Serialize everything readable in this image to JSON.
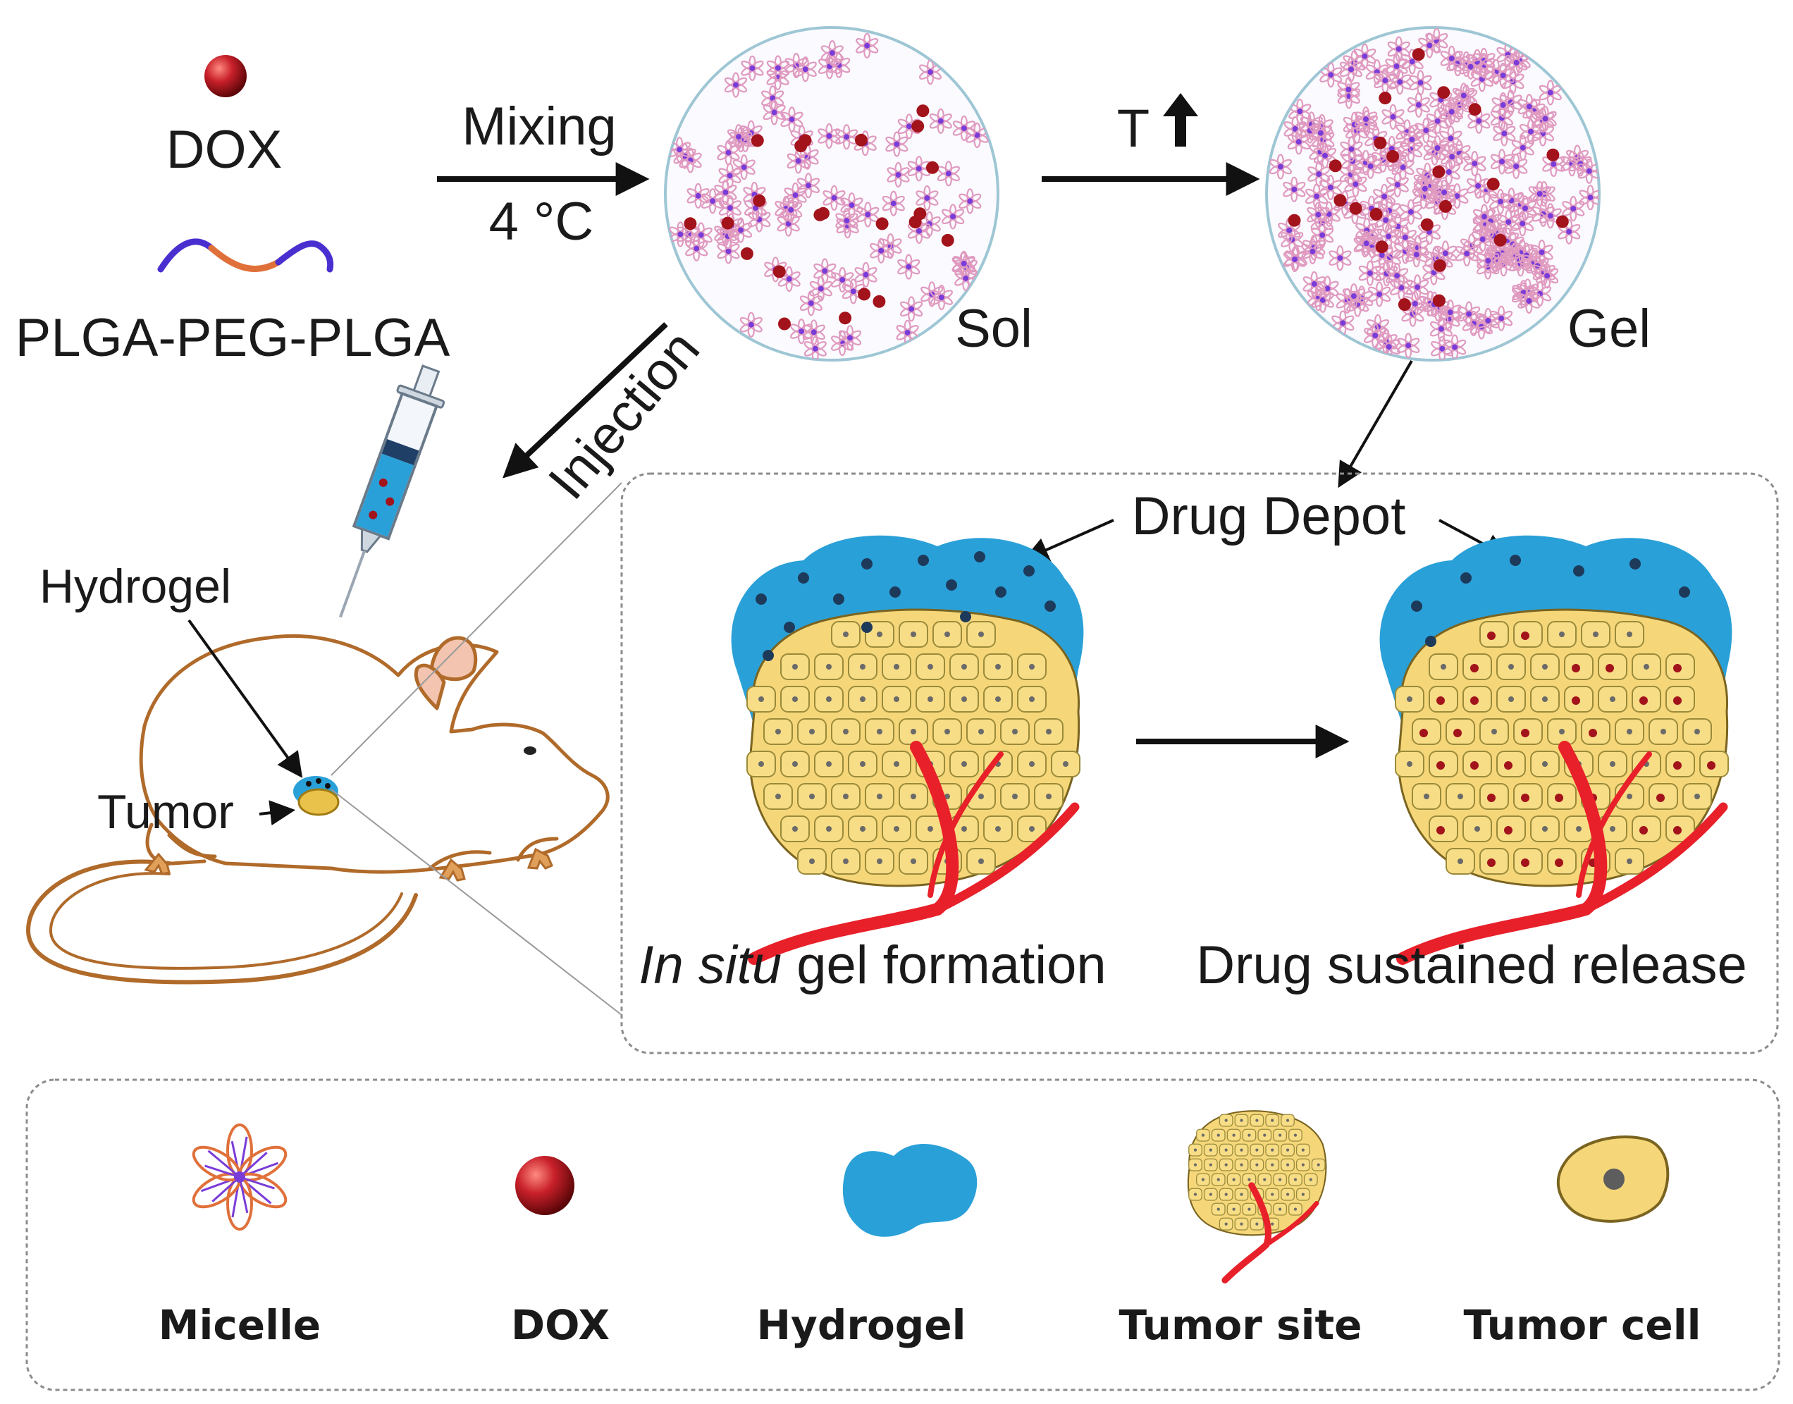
{
  "labels": {
    "dox_top": "DOX",
    "polymer": "PLGA-PEG-PLGA",
    "mixing": "Mixing",
    "temp": "4 °C",
    "t_up": "T",
    "sol": "Sol",
    "gel": "Gel",
    "injection": "Injection",
    "hydrogel_mouse": "Hydrogel",
    "tumor_mouse": "Tumor",
    "drug_depot": "Drug Depot",
    "in_situ_italic": "In situ",
    "in_situ_rest": " gel formation",
    "sustained": "Drug sustained release"
  },
  "legend": [
    {
      "key": "micelle",
      "label": "Micelle"
    },
    {
      "key": "dox",
      "label": "DOX"
    },
    {
      "key": "hydrogel",
      "label": "Hydrogel"
    },
    {
      "key": "tumor_site",
      "label": "Tumor site"
    },
    {
      "key": "tumor_cell",
      "label": "Tumor cell"
    }
  ],
  "colors": {
    "dox": "#a3131b",
    "micelle_core": "#7a3cd8",
    "micelle_loop": "#e4a0c4",
    "hydrogel": "#2aa0d8",
    "tumor_cell": "#f5d77a",
    "vessel": "#e8202a",
    "mouse_outline": "#b06a2a",
    "mouse_ear": "#f3c4b0"
  }
}
